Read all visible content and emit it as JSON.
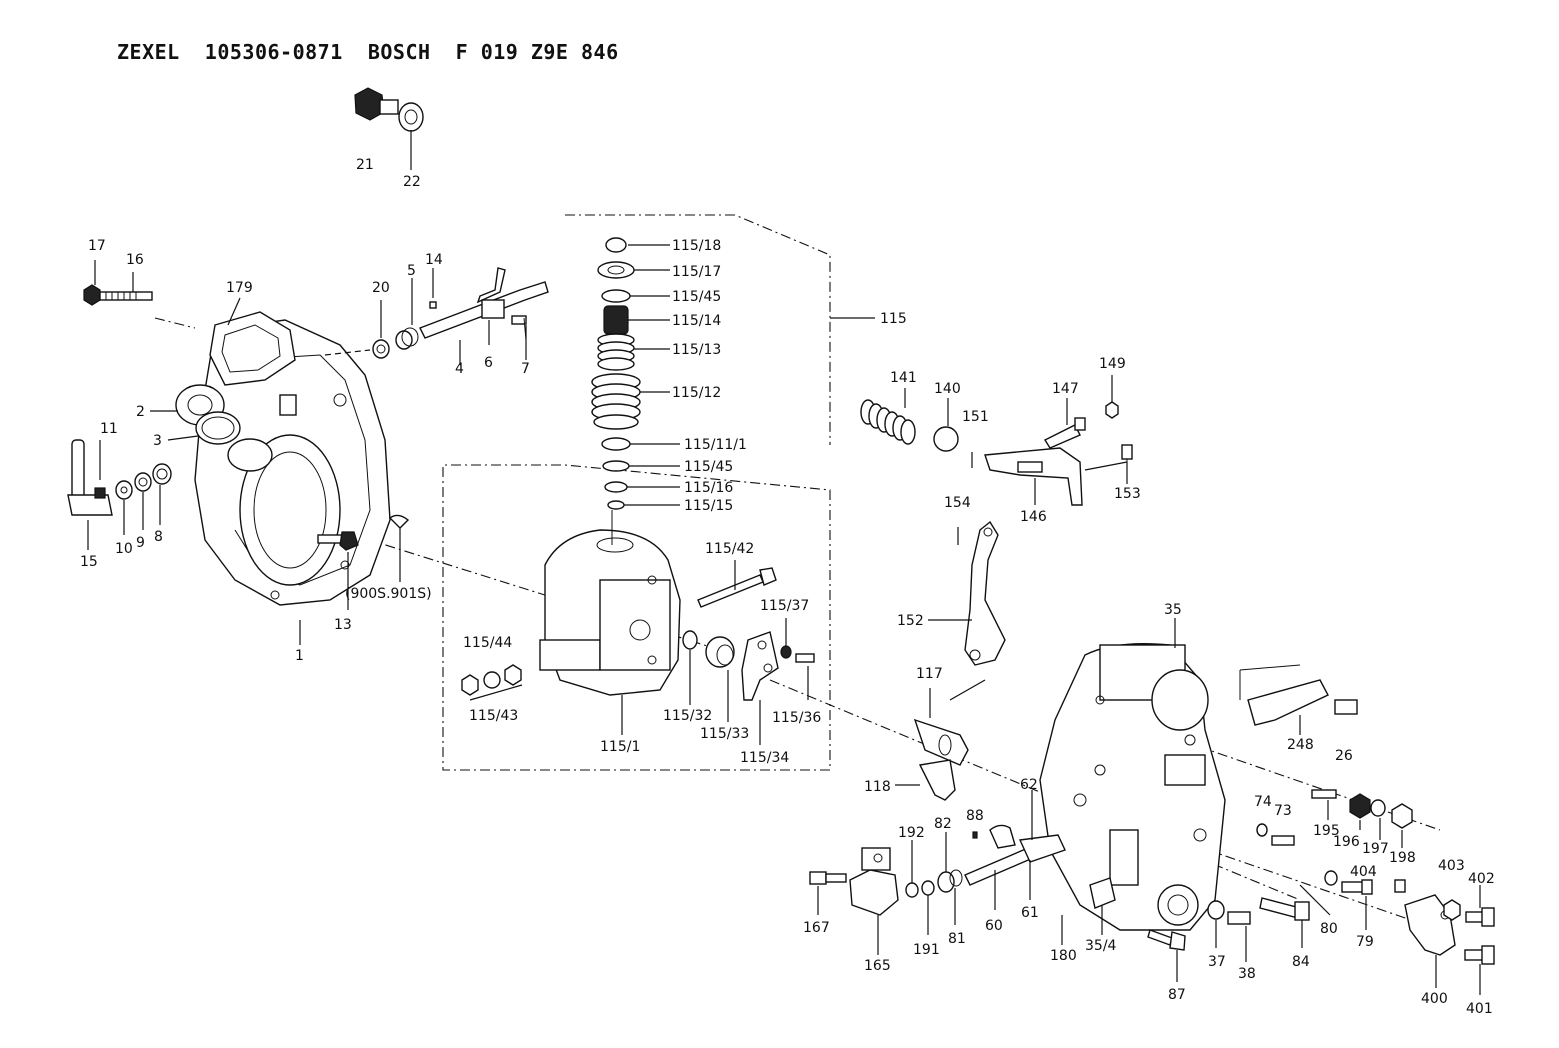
{
  "header": {
    "title": "ZEXEL  105306-0871  BOSCH  F 019 Z9E 846"
  },
  "labels": [
    {
      "id": "21",
      "text": "21"
    },
    {
      "id": "22",
      "text": "22"
    },
    {
      "id": "17",
      "text": "17"
    },
    {
      "id": "16",
      "text": "16"
    },
    {
      "id": "179",
      "text": "179"
    },
    {
      "id": "20",
      "text": "20"
    },
    {
      "id": "5",
      "text": "5"
    },
    {
      "id": "14",
      "text": "14"
    },
    {
      "id": "4",
      "text": "4"
    },
    {
      "id": "6",
      "text": "6"
    },
    {
      "id": "7",
      "text": "7"
    },
    {
      "id": "2",
      "text": "2"
    },
    {
      "id": "3",
      "text": "3"
    },
    {
      "id": "11",
      "text": "11"
    },
    {
      "id": "15",
      "text": "15"
    },
    {
      "id": "10",
      "text": "10"
    },
    {
      "id": "9",
      "text": "9"
    },
    {
      "id": "8",
      "text": "8"
    },
    {
      "id": "1",
      "text": "1"
    },
    {
      "id": "13",
      "text": "13"
    },
    {
      "id": "900S",
      "text": "(900S.901S)"
    },
    {
      "id": "115-18",
      "text": "115/18"
    },
    {
      "id": "115-17",
      "text": "115/17"
    },
    {
      "id": "115-45a",
      "text": "115/45"
    },
    {
      "id": "115-14",
      "text": "115/14"
    },
    {
      "id": "115-13",
      "text": "115/13"
    },
    {
      "id": "115-12",
      "text": "115/12"
    },
    {
      "id": "115-11-1",
      "text": "115/11/1"
    },
    {
      "id": "115-45b",
      "text": "115/45"
    },
    {
      "id": "115-16",
      "text": "115/16"
    },
    {
      "id": "115-15",
      "text": "115/15"
    },
    {
      "id": "115",
      "text": "115"
    },
    {
      "id": "115-42",
      "text": "115/42"
    },
    {
      "id": "115-37",
      "text": "115/37"
    },
    {
      "id": "115-44",
      "text": "115/44"
    },
    {
      "id": "115-43",
      "text": "115/43"
    },
    {
      "id": "115-1",
      "text": "115/1"
    },
    {
      "id": "115-32",
      "text": "115/32"
    },
    {
      "id": "115-33",
      "text": "115/33"
    },
    {
      "id": "115-34",
      "text": "115/34"
    },
    {
      "id": "115-36",
      "text": "115/36"
    },
    {
      "id": "141",
      "text": "141"
    },
    {
      "id": "140",
      "text": "140"
    },
    {
      "id": "151",
      "text": "151"
    },
    {
      "id": "147",
      "text": "147"
    },
    {
      "id": "149",
      "text": "149"
    },
    {
      "id": "146",
      "text": "146"
    },
    {
      "id": "153",
      "text": "153"
    },
    {
      "id": "154",
      "text": "154"
    },
    {
      "id": "152",
      "text": "152"
    },
    {
      "id": "35",
      "text": "35"
    },
    {
      "id": "117",
      "text": "117"
    },
    {
      "id": "118",
      "text": "118"
    },
    {
      "id": "248",
      "text": "248"
    },
    {
      "id": "26",
      "text": "26"
    },
    {
      "id": "62",
      "text": "62"
    },
    {
      "id": "88",
      "text": "88"
    },
    {
      "id": "82",
      "text": "82"
    },
    {
      "id": "192",
      "text": "192"
    },
    {
      "id": "74",
      "text": "74"
    },
    {
      "id": "73",
      "text": "73"
    },
    {
      "id": "195",
      "text": "195"
    },
    {
      "id": "196",
      "text": "196"
    },
    {
      "id": "197",
      "text": "197"
    },
    {
      "id": "198",
      "text": "198"
    },
    {
      "id": "167",
      "text": "167"
    },
    {
      "id": "165",
      "text": "165"
    },
    {
      "id": "191",
      "text": "191"
    },
    {
      "id": "81",
      "text": "81"
    },
    {
      "id": "60",
      "text": "60"
    },
    {
      "id": "61",
      "text": "61"
    },
    {
      "id": "180",
      "text": "180"
    },
    {
      "id": "35-4",
      "text": "35/4"
    },
    {
      "id": "87",
      "text": "87"
    },
    {
      "id": "37",
      "text": "37"
    },
    {
      "id": "38",
      "text": "38"
    },
    {
      "id": "84",
      "text": "84"
    },
    {
      "id": "80",
      "text": "80"
    },
    {
      "id": "404",
      "text": "404"
    },
    {
      "id": "79",
      "text": "79"
    },
    {
      "id": "403",
      "text": "403"
    },
    {
      "id": "402",
      "text": "402"
    },
    {
      "id": "400",
      "text": "400"
    },
    {
      "id": "401",
      "text": "401"
    }
  ]
}
